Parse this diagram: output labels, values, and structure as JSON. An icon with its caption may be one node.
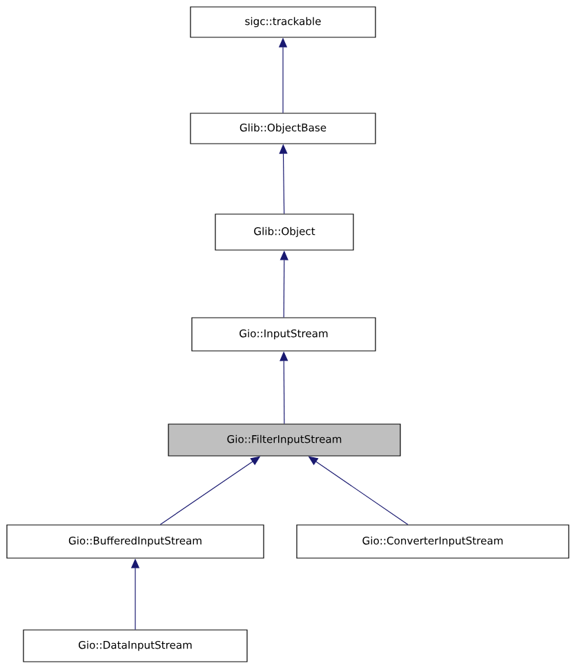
{
  "diagram": {
    "nodes": [
      {
        "text": [
          "sigc::trackable"
        ]
      },
      {
        "text": [
          "Glib::ObjectBase"
        ]
      },
      {
        "text": [
          "Glib::Object"
        ]
      },
      {
        "text": [
          "Gio::InputStream"
        ]
      },
      {
        "text": [
          "Gio::FilterInputStream"
        ]
      },
      {
        "text": [
          "Gio::BufferedInputStream"
        ]
      },
      {
        "text": [
          "Gio::ConverterInputStream"
        ]
      },
      {
        "text": [
          "Gio::DataInputStream"
        ]
      }
    ],
    "edges": [
      {
        "from": 1,
        "to": 0,
        "arrow": "to"
      },
      {
        "from": 2,
        "to": 1,
        "arrow": "to"
      },
      {
        "from": 3,
        "to": 2,
        "arrow": "to"
      },
      {
        "from": 4,
        "to": 3,
        "arrow": "to"
      },
      {
        "from": 5,
        "to": 4,
        "arrow": "to"
      },
      {
        "from": 6,
        "to": 4,
        "arrow": "to"
      },
      {
        "from": 7,
        "to": 5,
        "arrow": "to"
      }
    ]
  }
}
